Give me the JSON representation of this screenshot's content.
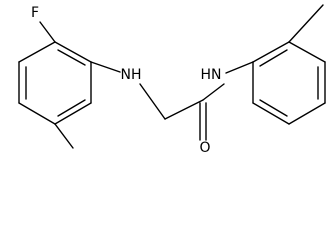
{
  "molecule": {
    "atoms": {
      "fluorine": "F",
      "amine_nh": "NH",
      "amide_hn": "HN",
      "carbonyl_oxygen": "O"
    },
    "line_color": "#000000",
    "background": "#ffffff"
  }
}
